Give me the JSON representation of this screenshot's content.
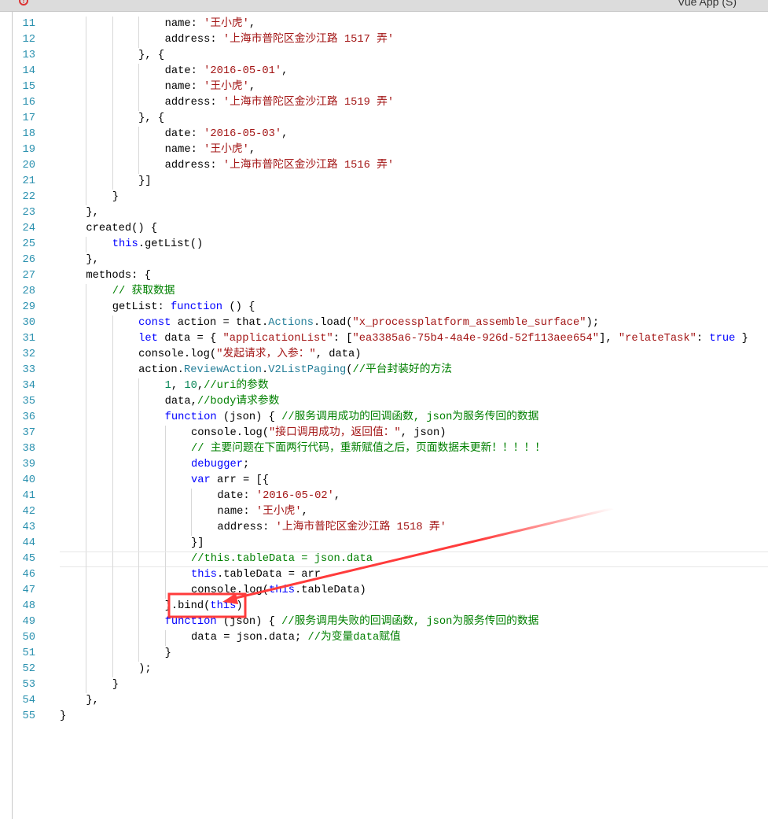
{
  "window": {
    "title": "Vue App (S)",
    "warning_icon": "error-icon"
  },
  "annotation": {
    "color": "#ff3b3b",
    "box_target_line": 48
  },
  "code": {
    "lines": [
      {
        "n": "11",
        "indent": 4,
        "tokens": [
          [
            "tx",
            "name: "
          ],
          [
            "str",
            "'王小虎'"
          ],
          [
            "tx",
            ","
          ]
        ]
      },
      {
        "n": "12",
        "indent": 4,
        "tokens": [
          [
            "tx",
            "address: "
          ],
          [
            "str",
            "'上海市普陀区金沙江路 1517 弄'"
          ]
        ]
      },
      {
        "n": "13",
        "indent": 3,
        "tokens": [
          [
            "tx",
            "}, {"
          ]
        ]
      },
      {
        "n": "14",
        "indent": 4,
        "tokens": [
          [
            "tx",
            "date: "
          ],
          [
            "str",
            "'2016-05-01'"
          ],
          [
            "tx",
            ","
          ]
        ]
      },
      {
        "n": "15",
        "indent": 4,
        "tokens": [
          [
            "tx",
            "name: "
          ],
          [
            "str",
            "'王小虎'"
          ],
          [
            "tx",
            ","
          ]
        ]
      },
      {
        "n": "16",
        "indent": 4,
        "tokens": [
          [
            "tx",
            "address: "
          ],
          [
            "str",
            "'上海市普陀区金沙江路 1519 弄'"
          ]
        ]
      },
      {
        "n": "17",
        "indent": 3,
        "tokens": [
          [
            "tx",
            "}, {"
          ]
        ]
      },
      {
        "n": "18",
        "indent": 4,
        "tokens": [
          [
            "tx",
            "date: "
          ],
          [
            "str",
            "'2016-05-03'"
          ],
          [
            "tx",
            ","
          ]
        ]
      },
      {
        "n": "19",
        "indent": 4,
        "tokens": [
          [
            "tx",
            "name: "
          ],
          [
            "str",
            "'王小虎'"
          ],
          [
            "tx",
            ","
          ]
        ]
      },
      {
        "n": "20",
        "indent": 4,
        "tokens": [
          [
            "tx",
            "address: "
          ],
          [
            "str",
            "'上海市普陀区金沙江路 1516 弄'"
          ]
        ]
      },
      {
        "n": "21",
        "indent": 3,
        "tokens": [
          [
            "tx",
            "}]"
          ]
        ]
      },
      {
        "n": "22",
        "indent": 2,
        "tokens": [
          [
            "tx",
            "}"
          ]
        ]
      },
      {
        "n": "23",
        "indent": 1,
        "tokens": [
          [
            "tx",
            "},"
          ]
        ]
      },
      {
        "n": "24",
        "indent": 1,
        "tokens": [
          [
            "tx",
            "created() {"
          ]
        ]
      },
      {
        "n": "25",
        "indent": 2,
        "tokens": [
          [
            "kw",
            "this"
          ],
          [
            "tx",
            ".getList()"
          ]
        ]
      },
      {
        "n": "26",
        "indent": 1,
        "tokens": [
          [
            "tx",
            "},"
          ]
        ]
      },
      {
        "n": "27",
        "indent": 1,
        "tokens": [
          [
            "tx",
            "methods: {"
          ]
        ]
      },
      {
        "n": "28",
        "indent": 2,
        "tokens": [
          [
            "cm",
            "// 获取数据"
          ]
        ]
      },
      {
        "n": "29",
        "indent": 2,
        "tokens": [
          [
            "tx",
            "getList: "
          ],
          [
            "kw",
            "function"
          ],
          [
            "tx",
            " () {"
          ]
        ]
      },
      {
        "n": "30",
        "indent": 3,
        "tokens": [
          [
            "kw",
            "const"
          ],
          [
            "tx",
            " action = that."
          ],
          [
            "ty",
            "Actions"
          ],
          [
            "tx",
            ".load("
          ],
          [
            "str",
            "\"x_processplatform_assemble_surface\""
          ],
          [
            "tx",
            ");"
          ]
        ]
      },
      {
        "n": "31",
        "indent": 3,
        "tokens": [
          [
            "kw",
            "let"
          ],
          [
            "tx",
            " data = { "
          ],
          [
            "str",
            "\"applicationList\""
          ],
          [
            "tx",
            ": ["
          ],
          [
            "str",
            "\"ea3385a6-75b4-4a4e-926d-52f113aee654\""
          ],
          [
            "tx",
            "], "
          ],
          [
            "str",
            "\"relateTask\""
          ],
          [
            "tx",
            ": "
          ],
          [
            "kw",
            "true"
          ],
          [
            "tx",
            " }"
          ]
        ]
      },
      {
        "n": "32",
        "indent": 3,
        "tokens": [
          [
            "tx",
            "console.log("
          ],
          [
            "str",
            "\"发起请求，入参：\""
          ],
          [
            "tx",
            ", data)"
          ]
        ]
      },
      {
        "n": "33",
        "indent": 3,
        "tokens": [
          [
            "tx",
            "action."
          ],
          [
            "ty",
            "ReviewAction"
          ],
          [
            "tx",
            "."
          ],
          [
            "ty",
            "V2ListPaging"
          ],
          [
            "tx",
            "("
          ],
          [
            "cm",
            "//平台封装好的方法"
          ]
        ]
      },
      {
        "n": "34",
        "indent": 4,
        "tokens": [
          [
            "num",
            "1"
          ],
          [
            "tx",
            ", "
          ],
          [
            "num",
            "10"
          ],
          [
            "tx",
            ","
          ],
          [
            "cm",
            "//uri的参数"
          ]
        ]
      },
      {
        "n": "35",
        "indent": 4,
        "tokens": [
          [
            "tx",
            "data,"
          ],
          [
            "cm",
            "//body请求参数"
          ]
        ]
      },
      {
        "n": "36",
        "indent": 4,
        "tokens": [
          [
            "kw",
            "function"
          ],
          [
            "tx",
            " (json) { "
          ],
          [
            "cm",
            "//服务调用成功的回调函数, json为服务传回的数据"
          ]
        ]
      },
      {
        "n": "37",
        "indent": 5,
        "tokens": [
          [
            "tx",
            "console.log("
          ],
          [
            "str",
            "\"接口调用成功，返回值：\""
          ],
          [
            "tx",
            ", json)"
          ]
        ]
      },
      {
        "n": "38",
        "indent": 5,
        "tokens": [
          [
            "cm",
            "// 主要问题在下面两行代码，重新赋值之后，页面数据未更新！！！！！"
          ]
        ]
      },
      {
        "n": "39",
        "indent": 5,
        "tokens": [
          [
            "kw",
            "debugger"
          ],
          [
            "tx",
            ";"
          ]
        ]
      },
      {
        "n": "40",
        "indent": 5,
        "tokens": [
          [
            "kw",
            "var"
          ],
          [
            "tx",
            " arr = [{"
          ]
        ]
      },
      {
        "n": "41",
        "indent": 6,
        "tokens": [
          [
            "tx",
            "date: "
          ],
          [
            "str",
            "'2016-05-02'"
          ],
          [
            "tx",
            ","
          ]
        ]
      },
      {
        "n": "42",
        "indent": 6,
        "tokens": [
          [
            "tx",
            "name: "
          ],
          [
            "str",
            "'王小虎'"
          ],
          [
            "tx",
            ","
          ]
        ]
      },
      {
        "n": "43",
        "indent": 6,
        "tokens": [
          [
            "tx",
            "address: "
          ],
          [
            "str",
            "'上海市普陀区金沙江路 1518 弄'"
          ]
        ]
      },
      {
        "n": "44",
        "indent": 5,
        "tokens": [
          [
            "tx",
            "}]"
          ]
        ]
      },
      {
        "n": "45",
        "indent": 5,
        "current": true,
        "tokens": [
          [
            "cm",
            "//this.tableData = json.data"
          ]
        ]
      },
      {
        "n": "46",
        "indent": 5,
        "tokens": [
          [
            "kw",
            "this"
          ],
          [
            "tx",
            ".tableData = arr"
          ]
        ]
      },
      {
        "n": "47",
        "indent": 5,
        "tokens": [
          [
            "tx",
            "console.log("
          ],
          [
            "kw",
            "this"
          ],
          [
            "tx",
            ".tableData)"
          ]
        ]
      },
      {
        "n": "48",
        "indent": 4,
        "tokens": [
          [
            "tx",
            "}.bind("
          ],
          [
            "kw",
            "this"
          ],
          [
            "tx",
            ")"
          ]
        ]
      },
      {
        "n": "49",
        "indent": 4,
        "tokens": [
          [
            "kw",
            "function"
          ],
          [
            "tx",
            " (json) { "
          ],
          [
            "cm",
            "//服务调用失败的回调函数, json为服务传回的数据"
          ]
        ]
      },
      {
        "n": "50",
        "indent": 5,
        "tokens": [
          [
            "tx",
            "data = json.data; "
          ],
          [
            "cm",
            "//为变量data赋值"
          ]
        ]
      },
      {
        "n": "51",
        "indent": 4,
        "tokens": [
          [
            "tx",
            "}"
          ]
        ]
      },
      {
        "n": "52",
        "indent": 3,
        "tokens": [
          [
            "tx",
            ");"
          ]
        ]
      },
      {
        "n": "53",
        "indent": 2,
        "tokens": [
          [
            "tx",
            "}"
          ]
        ]
      },
      {
        "n": "54",
        "indent": 1,
        "tokens": [
          [
            "tx",
            "},"
          ]
        ]
      },
      {
        "n": "55",
        "indent": 0,
        "tokens": [
          [
            "tx",
            "}"
          ]
        ]
      }
    ]
  }
}
